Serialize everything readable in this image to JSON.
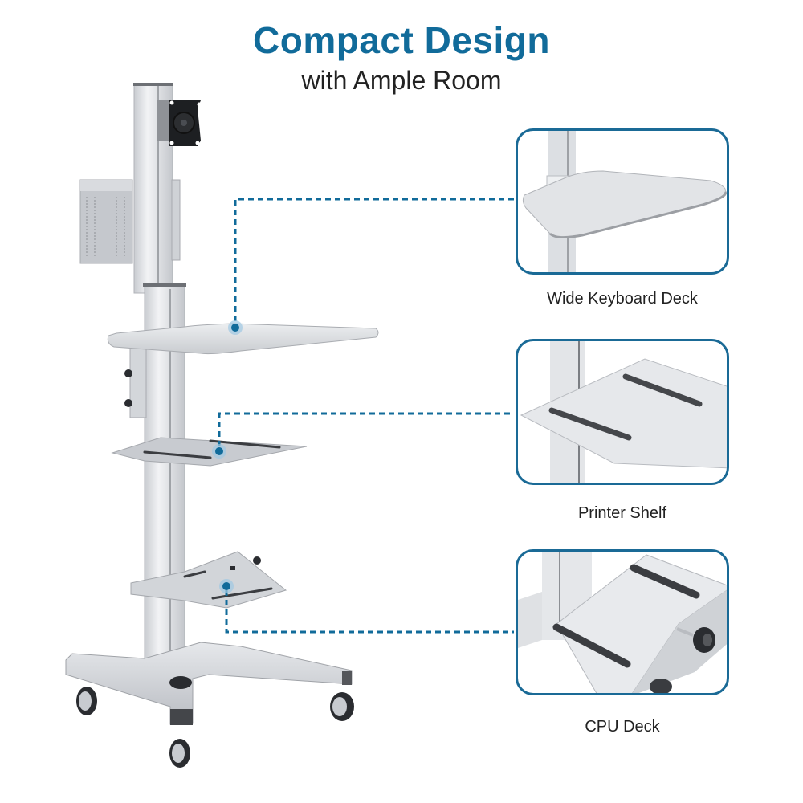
{
  "header": {
    "title": "Compact Design",
    "subtitle": "with Ample Room"
  },
  "colors": {
    "accent": "#116b9a",
    "frame_border": "#1a6a96",
    "metal": "#d8dade",
    "rubber": "#3a3c40"
  },
  "callouts": [
    {
      "label": "Wide Keyboard Deck",
      "icon": "keyboard-deck-detail"
    },
    {
      "label": "Printer Shelf",
      "icon": "printer-shelf-detail"
    },
    {
      "label": "CPU Deck",
      "icon": "cpu-deck-detail"
    }
  ],
  "product": {
    "icon": "mobile-computer-cart"
  }
}
